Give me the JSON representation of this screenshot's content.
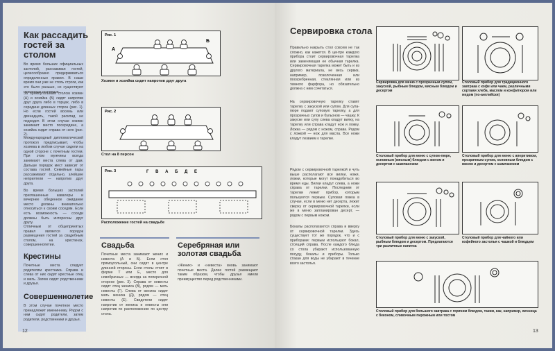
{
  "left": {
    "title": "Как рассадить гостей за столом",
    "intro": "Во время больших официальных застолий, рассаживая гостей, целесообразно придерживаться определенных правил. В наши время они уже не столь строги, как это было раньше, но существуют некоторые основные.",
    "p2": "За прямоугольным столом хозяин (А) и хозяйка (Б) сидят напротив друг друга либо в торцах, либо в середине длинных сторон (рис. 1). Но если гостей восемь или двенадцать, такой расклад не подходит. В этом случае хозяин занимает место посередине, а хозяйка сидит справа от него (рис. 2).",
    "p3": "Международный дипломатический протокол предписывает, чтобы хозяева в любом случае сидели на одной стороне с почетным гостем. При этом мужчины всегда занимают места слева от дам. Дальше порядок мест зависит от состава гостей. Семейные пары рассаживают отдельно, злейшие неприятели — напротив друг друга.",
    "p4": "Во время больших застолий приглашенные кавалеры и вечернее обеденное ожидание место должны внимательно относиться к своим соседям. Если есть возможность — соседи должны быть интересны друг другу.",
    "p5": "Отличным от общепринятых правил является порядок размещения гостей за свадебным столом, на крестинах, совершеннолетии.",
    "fig1_label": "Рис. 1",
    "fig1_caption": "Хозяин и хозяйка сидят напротив друг друга",
    "fig1_a": "А",
    "fig1_b": "Б",
    "fig2_label": "Рис. 2",
    "fig2_caption": "Стол на 8 персон",
    "fig3_label": "Рис. 3",
    "fig3_letters": "Г  В  А  Б  Д  Е",
    "fig3_caption": "Расположение гостей на свадьбе",
    "h_krestiny": "Крестины",
    "t_krestiny": "Почетные места следует родителям крестника. Справа и слева от них сидят крестные отец и мать. Затем сидят родственники и друзья.",
    "h_sovershen": "Совершеннолетие",
    "t_sovershen": "В этом случае почетное место принадлежит имениннику. Рядом с ним сидят родители, затем родители, родственники и друзья.",
    "h_svadba": "Свадьба",
    "t_svadba": "Почетные места занимают жених и невеста (А и Б). Если стол прямоугольный, они сидят в центре длинной стороны. Если столы стоят в форме Т или Е, место для новобрачных — всегда на поперечной стороне (рис. 3). Справа от невесты сидит отец жениха (В), рядом — мать невесты (Г). Слева от жениха сидит мать жениха (Д), рядом — отец невесты (Е). Свидетели сидят напротив от жениха и невесты или напротив по расположению по центру стола.",
    "h_silver": "Серебряная или золотая свадьба",
    "t_silver": "«Жених» и «невеста» вновь занимают почетные места. Далее гостей размещают таким образом, чтобы друзья имели преимущество перед родственниками.",
    "page_num": "12"
  },
  "right": {
    "title": "Сервировка стола",
    "p1": "Правильно накрыть стол совсем не так сложно, как кажется. В центре каждого прибора стоит сервировочная тарелка или заменяющая ее обычная тарелка. Сервировочная тарелка может быть и из другого материала, не весь сервиз, например, позолоченная или посеребренная, стеклянная или из темного фарфора, но обязательно должна с ним сочетаться.",
    "p2": "На сервировочную тарелку ставят тарелку с закуской или супом. Для супа-пюре подают суповую тарелку, а для прозрачных супов и бульонов — чашку. К закуске или супу слева кладут вилку, на тарелку или справа кладут нож и ложку. Ложка — рядом с ножом, справа. Рядом с ложкой — нож для масла. Все ножи кладут лезвием к тарелке.",
    "p3": "Рядом с сервировочной тарелкой и чуть выше располагают все вилки, ножи, ложки, которые могут понадобиться во время еды. Вилки кладут слева, а ножи справа от тарелки. Последним от тарелки лежит прибор, которым пользуются первым. Суповая ложка в случае, если в меню нет десерта, лежит сверху от сервировочной тарелки, если же в меню запланирован десерт, — рядом с первым ножом.",
    "p4": "Бокалы располагаются справа и вверху от сервировочной тарелки. Здесь существует тот же порядок, что и с приборами: первым используют бокал, стоящий справа. После каждого блюда со стола убирают использованную посуду, бокалы и приборы. Только стакан для воды не убирают в течение всего застолья.",
    "cap1": "Сервировка для меню с прозрачным супом, закуской, рыбным блюдом, мясным блюдом и десертом",
    "cap2": "Столовый прибор для традиционного завтрака с кофе или чаем, различными сортами хлеба, маслом и конфитюром или медом (по-английски)",
    "cap3": "Столовый прибор для меню с супом-пюре, основным (мясным) блюдом с вином и десертом с шампанским",
    "cap4": "Столовый прибор для меню с аперитивом, прозрачным супом, основным блюдом с вином и десертом с шампанским",
    "cap5": "Столовый прибор для меню с закуской, рыбным блюдом и десертом. Предлагаются три различных напитка",
    "cap6": "Столовый прибор для чайного или кофейного застолья с чашкой и блюдцем",
    "cap7": "Столовый прибор для большого завтрака с горячим блюдом, таким, как, например, яичница с беконом, сливочным пирожным или тостом",
    "page_num": "13"
  },
  "colors": {
    "accent_blue": "#c9d3e6",
    "cover": "#5a6a8e"
  }
}
